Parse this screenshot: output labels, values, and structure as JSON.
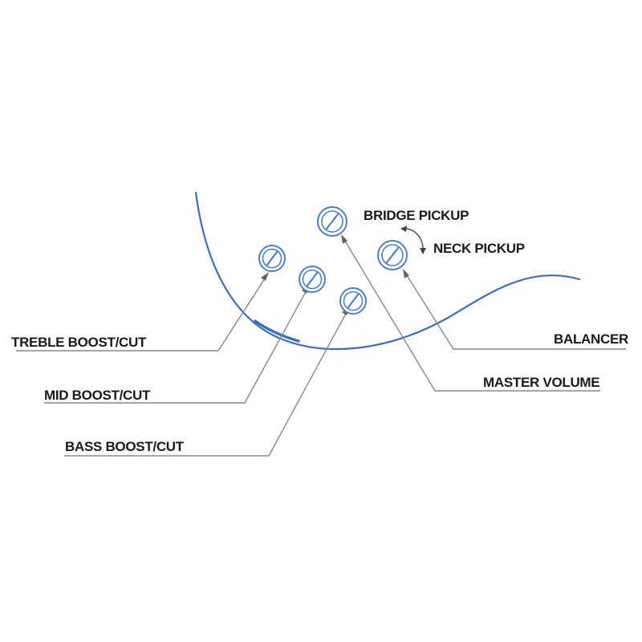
{
  "labels": {
    "bridge_pickup": "BRIDGE PICKUP",
    "neck_pickup": "NECK PICKUP",
    "treble": "TREBLE BOOST/CUT",
    "balancer": "BALANCER",
    "mid": "MID BOOST/CUT",
    "master_volume": "MASTER VOLUME",
    "bass": "BASS BOOST/CUT"
  },
  "colors": {
    "outline": "#3a6fc4",
    "knob": "#4a7fd0",
    "leader": "#888888",
    "text": "#1a1a1a"
  },
  "icons": {
    "knob": "knob-icon",
    "rotation_arrow": "rotation-arrow-icon"
  }
}
